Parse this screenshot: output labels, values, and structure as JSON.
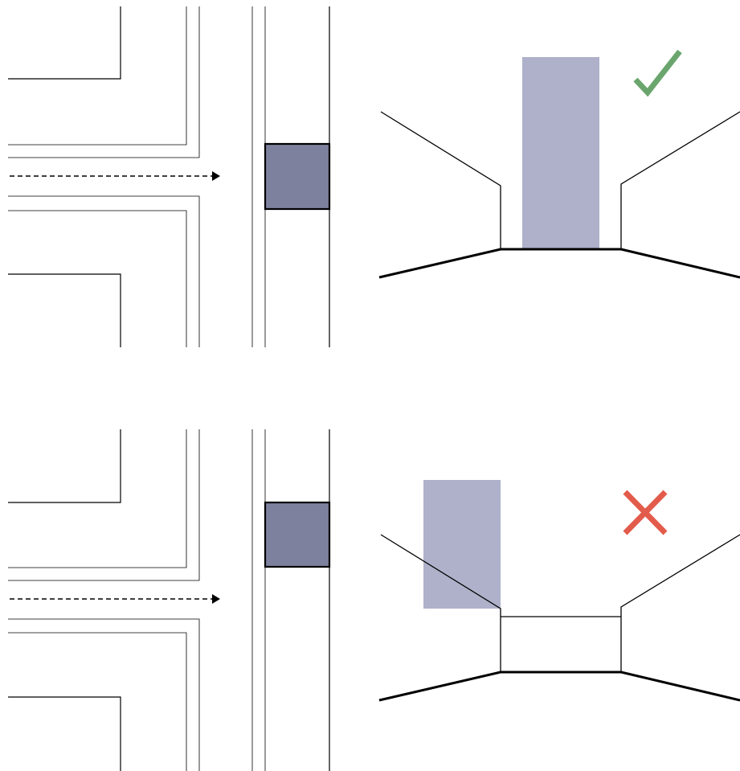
{
  "colors": {
    "background": "#ffffff",
    "line": "#000000",
    "building_fill": "#7d819d",
    "view_block_fill": "#aeb1c9",
    "check": "#6aa56d",
    "cross": "#e35b4b"
  },
  "panels": [
    {
      "id": "top",
      "verdict": "correct",
      "verdict_icon": "checkmark-icon",
      "view_block_placement": "centered-in-view-corridor"
    },
    {
      "id": "bottom",
      "verdict": "incorrect",
      "verdict_icon": "cross-icon",
      "view_block_placement": "offset-left-of-view-corridor"
    }
  ]
}
